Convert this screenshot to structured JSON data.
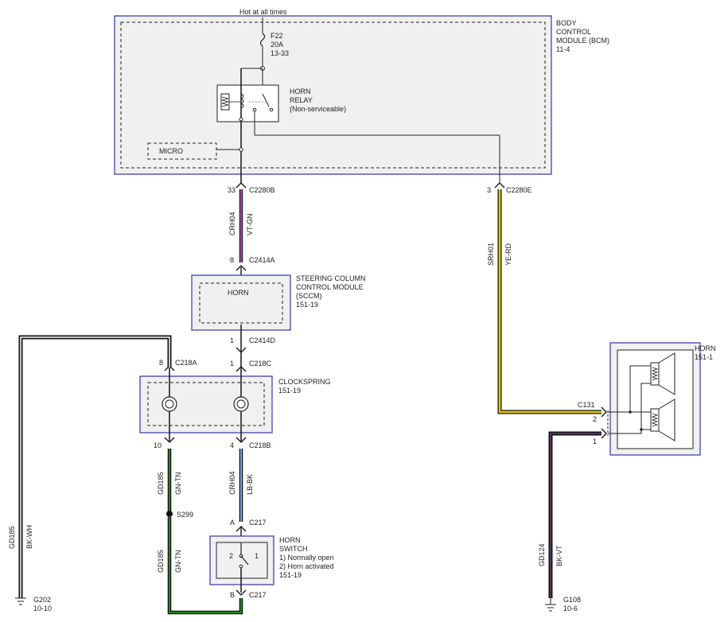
{
  "top": {
    "hot_label": "Hot at all times"
  },
  "bcm": {
    "fuse": {
      "name": "F22",
      "rating": "20A",
      "ref": "13-33"
    },
    "relay": {
      "name": "HORN",
      "line2": "RELAY",
      "line3": "(Non-serviceable)"
    },
    "micro": "MICRO",
    "title": [
      "BODY",
      "CONTROL",
      "MODULE (BCM)",
      "11-4"
    ]
  },
  "connectors": {
    "c2280b": {
      "pin": "33",
      "name": "C2280B"
    },
    "c2280e": {
      "pin": "3",
      "name": "C2280E"
    },
    "c2414a": {
      "pin": "8",
      "name": "C2414A"
    },
    "c2414d": {
      "pin": "1",
      "name": "C2414D"
    },
    "c218a": {
      "pin": "8",
      "name": "C218A"
    },
    "c218c": {
      "pin": "1",
      "name": "C218C"
    },
    "c218b_left": {
      "pin": "10"
    },
    "c218b": {
      "pin": "4",
      "name": "C218B"
    },
    "c217a": {
      "pin": "A",
      "name": "C217"
    },
    "c217b": {
      "pin": "B",
      "name": "C217"
    },
    "c131": {
      "name": "C131",
      "pin2": "2",
      "pin1": "1"
    },
    "s299": "S299"
  },
  "wires": {
    "crh04_top": {
      "circuit": "CRH04",
      "color": "VT-GN"
    },
    "srh01": {
      "circuit": "SRH01",
      "color": "YE-RD"
    },
    "crh04_bottom": {
      "circuit": "CRH04",
      "color": "LB-BK"
    },
    "gd185_upper": {
      "circuit": "GD185",
      "color": "GN-TN"
    },
    "gd185_lower": {
      "circuit": "GD185",
      "color": "GN-TN"
    },
    "gd185_left": {
      "circuit": "GD185",
      "color": "BK-WH"
    },
    "gd124": {
      "circuit": "GD124",
      "color": "BK-VT"
    }
  },
  "sccm": {
    "inner": "HORN",
    "title": [
      "STEERING COLUMN",
      "CONTROL MODULE",
      "(SCCM)",
      "151-19"
    ]
  },
  "clockspring": {
    "title": [
      "CLOCKSPRING",
      "151-19"
    ]
  },
  "horn_switch": {
    "title": [
      "HORN",
      "SWITCH",
      "1) Normally open",
      "2) Horn activated",
      "151-19"
    ],
    "pin_left": "2",
    "pin_right": "1"
  },
  "horn": {
    "title": [
      "HORN",
      "151-1"
    ]
  },
  "grounds": {
    "g202": {
      "name": "G202",
      "ref": "10-10"
    },
    "g108": {
      "name": "G108",
      "ref": "10-6"
    }
  },
  "colors": {
    "module_border": "#3333aa",
    "module_fill": "#f0f0f0",
    "wire_vt": "#9a4aa0",
    "wire_ye": "#e6c800",
    "wire_gn": "#1e8a1e",
    "wire_lb": "#7ea6d8"
  }
}
